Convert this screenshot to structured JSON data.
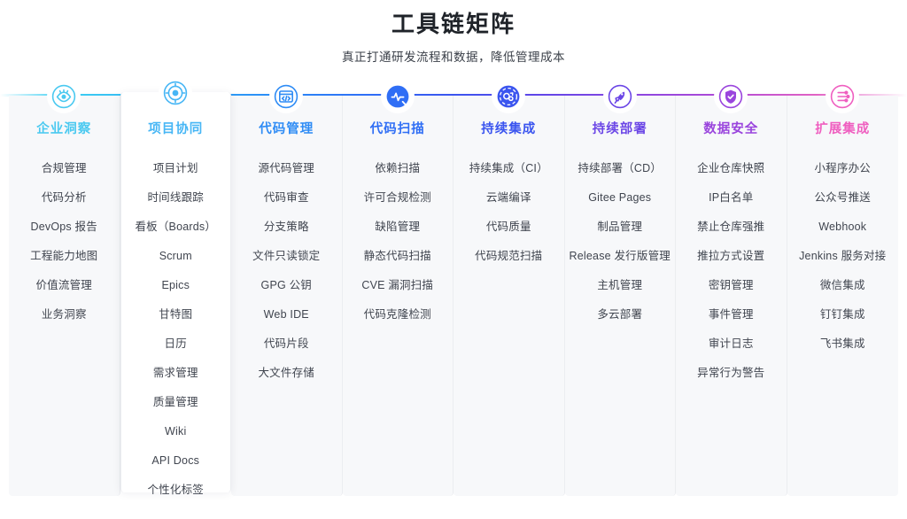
{
  "header": {
    "title": "工具链矩阵",
    "subtitle": "真正打通研发流程和数据，降低管理成本"
  },
  "rail": {
    "gradient_stops": [
      "#3ccff2",
      "#35b6f5",
      "#2a8cf7",
      "#3b55ef",
      "#5f46e8",
      "#8b46e0",
      "#b14ad6",
      "#e263c4"
    ]
  },
  "columns": [
    {
      "id": "enterprise-insight",
      "title": "企业洞察",
      "color": "#4ac9f0",
      "icon": "eye-icon",
      "highlight": false,
      "items": [
        "合规管理",
        "代码分析",
        "DevOps 报告",
        "工程能力地图",
        "价值流管理",
        "业务洞察"
      ]
    },
    {
      "id": "project-collaboration",
      "title": "项目协同",
      "color": "#47b6f5",
      "icon": "target-icon",
      "highlight": true,
      "items": [
        "项目计划",
        "时间线跟踪",
        "看板（Boards）",
        "Scrum",
        "Epics",
        "甘特图",
        "日历",
        "需求管理",
        "质量管理",
        "Wiki",
        "API Docs",
        "个性化标签"
      ]
    },
    {
      "id": "code-management",
      "title": "代码管理",
      "color": "#2f8cf5",
      "icon": "code-window-icon",
      "highlight": false,
      "items": [
        "源代码管理",
        "代码审查",
        "分支策略",
        "文件只读锁定",
        "GPG 公钥",
        "Web IDE",
        "代码片段",
        "大文件存储"
      ]
    },
    {
      "id": "code-scan",
      "title": "代码扫描",
      "color": "#2f6ef5",
      "icon": "pulse-icon",
      "highlight": false,
      "items": [
        "依赖扫描",
        "许可合规检测",
        "缺陷管理",
        "静态代码扫描",
        "CVE 漏洞扫描",
        "代码克隆检测"
      ]
    },
    {
      "id": "continuous-integration",
      "title": "持续集成",
      "color": "#3b55ef",
      "icon": "ci-loop-icon",
      "highlight": false,
      "items": [
        "持续集成（CI）",
        "云端编译",
        "代码质量",
        "代码规范扫描"
      ]
    },
    {
      "id": "continuous-deployment",
      "title": "持续部署",
      "color": "#6b46e6",
      "icon": "rocket-icon",
      "highlight": false,
      "items": [
        "持续部署（CD）",
        "Gitee Pages",
        "制品管理",
        "Release 发行版管理",
        "主机管理",
        "多云部署"
      ]
    },
    {
      "id": "data-security",
      "title": "数据安全",
      "color": "#9a45dd",
      "icon": "shield-icon",
      "highlight": false,
      "items": [
        "企业仓库快照",
        "IP白名单",
        "禁止仓库强推",
        "推拉方式设置",
        "密钥管理",
        "事件管理",
        "审计日志",
        "异常行为警告"
      ]
    },
    {
      "id": "extension-integration",
      "title": "扩展集成",
      "color": "#ef5fc0",
      "icon": "share-nodes-icon",
      "highlight": false,
      "items": [
        "小程序办公",
        "公众号推送",
        "Webhook",
        "Jenkins 服务对接",
        "微信集成",
        "钉钉集成",
        "飞书集成"
      ]
    }
  ]
}
